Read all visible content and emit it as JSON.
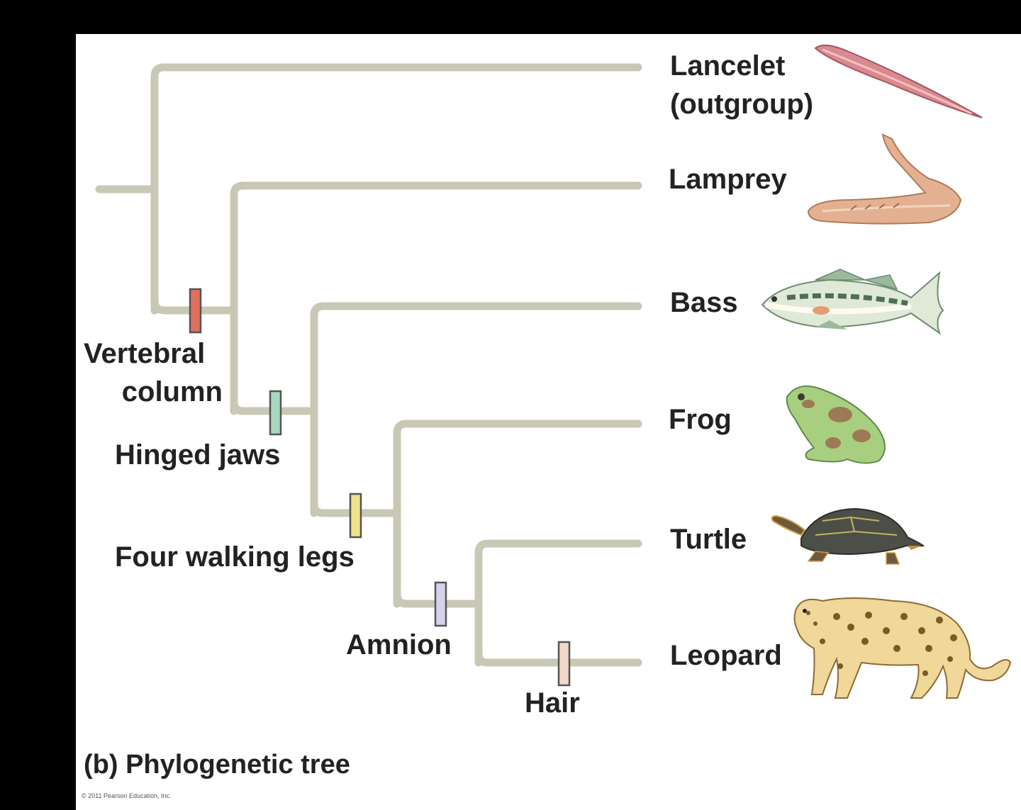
{
  "taxa": [
    "Lancelet (outgroup)",
    "Lamprey",
    "Bass",
    "Frog",
    "Turtle",
    "Leopard"
  ],
  "taxon_labels": {
    "lancelet_line1": "Lancelet",
    "lancelet_line2": "(outgroup)",
    "lamprey": "Lamprey",
    "bass": "Bass",
    "frog": "Frog",
    "turtle": "Turtle",
    "leopard": "Leopard"
  },
  "traits": [
    {
      "id": "vertebral",
      "line1": "Vertebral",
      "line2": "column",
      "color": "#e0705e"
    },
    {
      "id": "jaws",
      "line1": "Hinged jaws",
      "color": "#a8d8c0"
    },
    {
      "id": "legs",
      "line1": "Four walking legs",
      "color": "#f1e28a"
    },
    {
      "id": "amnion",
      "line1": "Amnion",
      "color": "#d5d2ec"
    },
    {
      "id": "hair",
      "line1": "Hair",
      "color": "#f1d8c9"
    }
  ],
  "colors": {
    "branch": "#c9c8b6",
    "background": "#ffffff",
    "frame": "#000000"
  },
  "icons": {
    "lancelet": "lancelet-icon",
    "lamprey": "lamprey-icon",
    "bass": "bass-fish-icon",
    "frog": "frog-icon",
    "turtle": "turtle-icon",
    "leopard": "leopard-icon"
  },
  "caption": "(b) Phylogenetic tree",
  "copyright": "© 2011 Pearson Education, Inc."
}
